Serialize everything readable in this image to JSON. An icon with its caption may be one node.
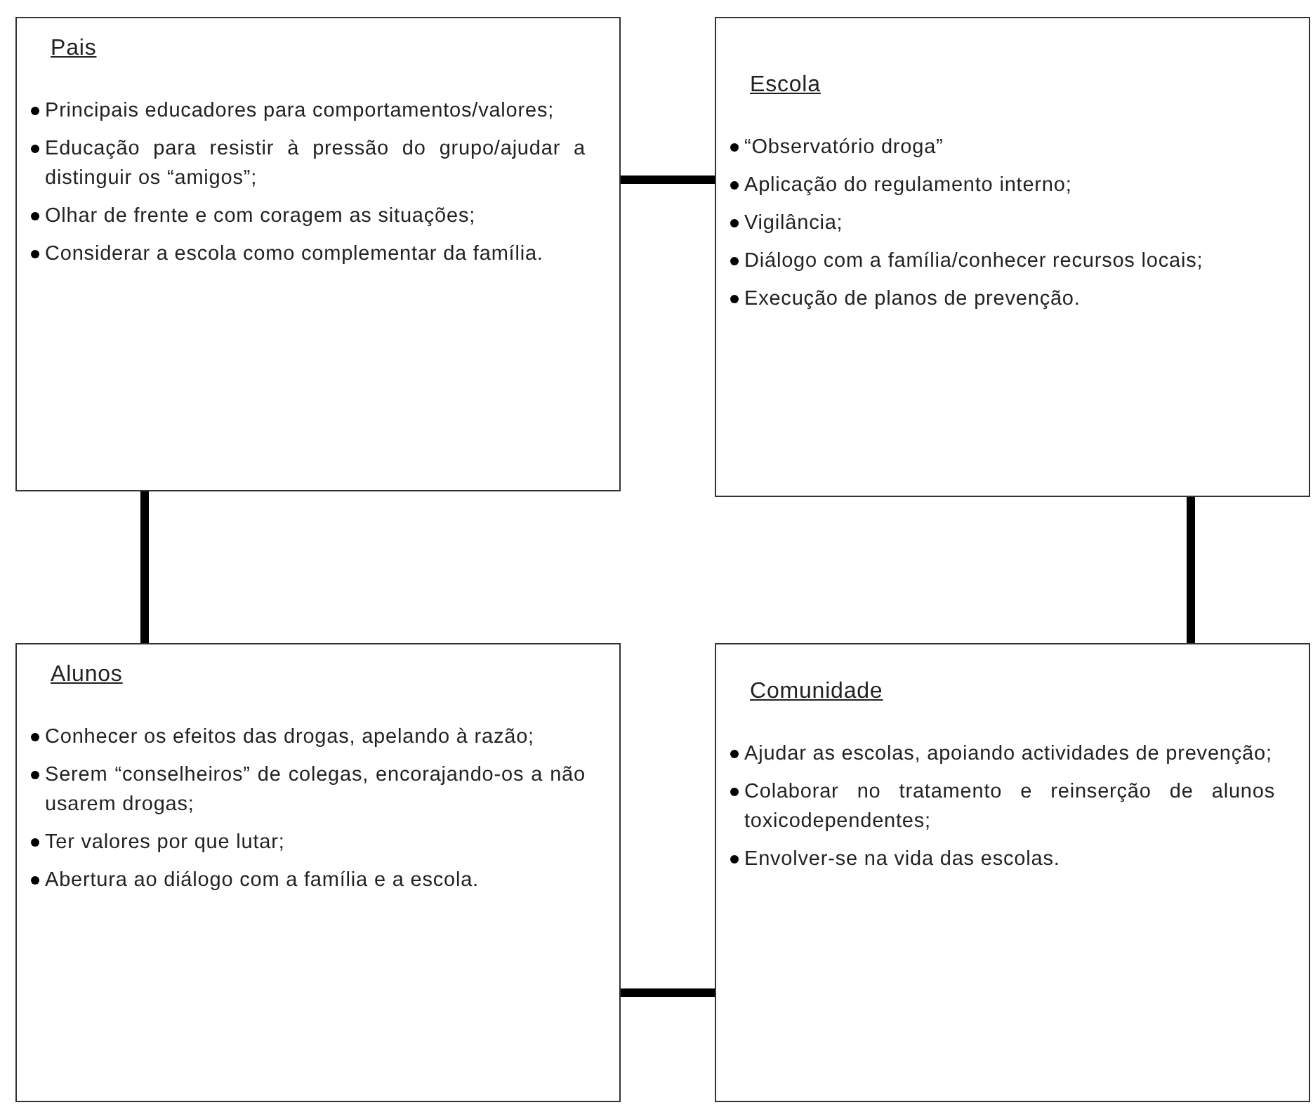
{
  "diagram": {
    "nodes": [
      {
        "text": [
          "Pais",
          "Principais educadores para comportamentos/valores;",
          "Educação para resistir à pressão do grupo/ajudar a distinguir os “amigos”;",
          "Olhar de frente e com coragem as situações;",
          "Considerar a escola como complementar da família."
        ]
      },
      {
        "text": [
          "Escola",
          "“Observatório droga”",
          "Aplicação do regulamento interno;",
          "Vigilância;",
          "Diálogo com a família/conhecer recursos locais;",
          "Execução de planos de prevenção."
        ]
      },
      {
        "text": [
          "Alunos",
          "Conhecer os efeitos das drogas, apelando à razão;",
          "Serem “conselheiros” de colegas, encorajando-os a não usarem drogas;",
          "Ter valores por que lutar;",
          "Abertura ao diálogo com a família e a escola."
        ]
      },
      {
        "text": [
          "Comunidade",
          "Ajudar as escolas, apoiando actividades de prevenção;",
          "Colaborar no tratamento e reinserção de alunos toxicodependentes;",
          "Envolver-se na vida das escolas."
        ]
      }
    ],
    "edges": [
      {
        "from": 0,
        "to": 1,
        "arrow": "none"
      },
      {
        "from": 0,
        "to": 2,
        "arrow": "none"
      },
      {
        "from": 1,
        "to": 3,
        "arrow": "none"
      },
      {
        "from": 2,
        "to": 3,
        "arrow": "none"
      }
    ]
  }
}
